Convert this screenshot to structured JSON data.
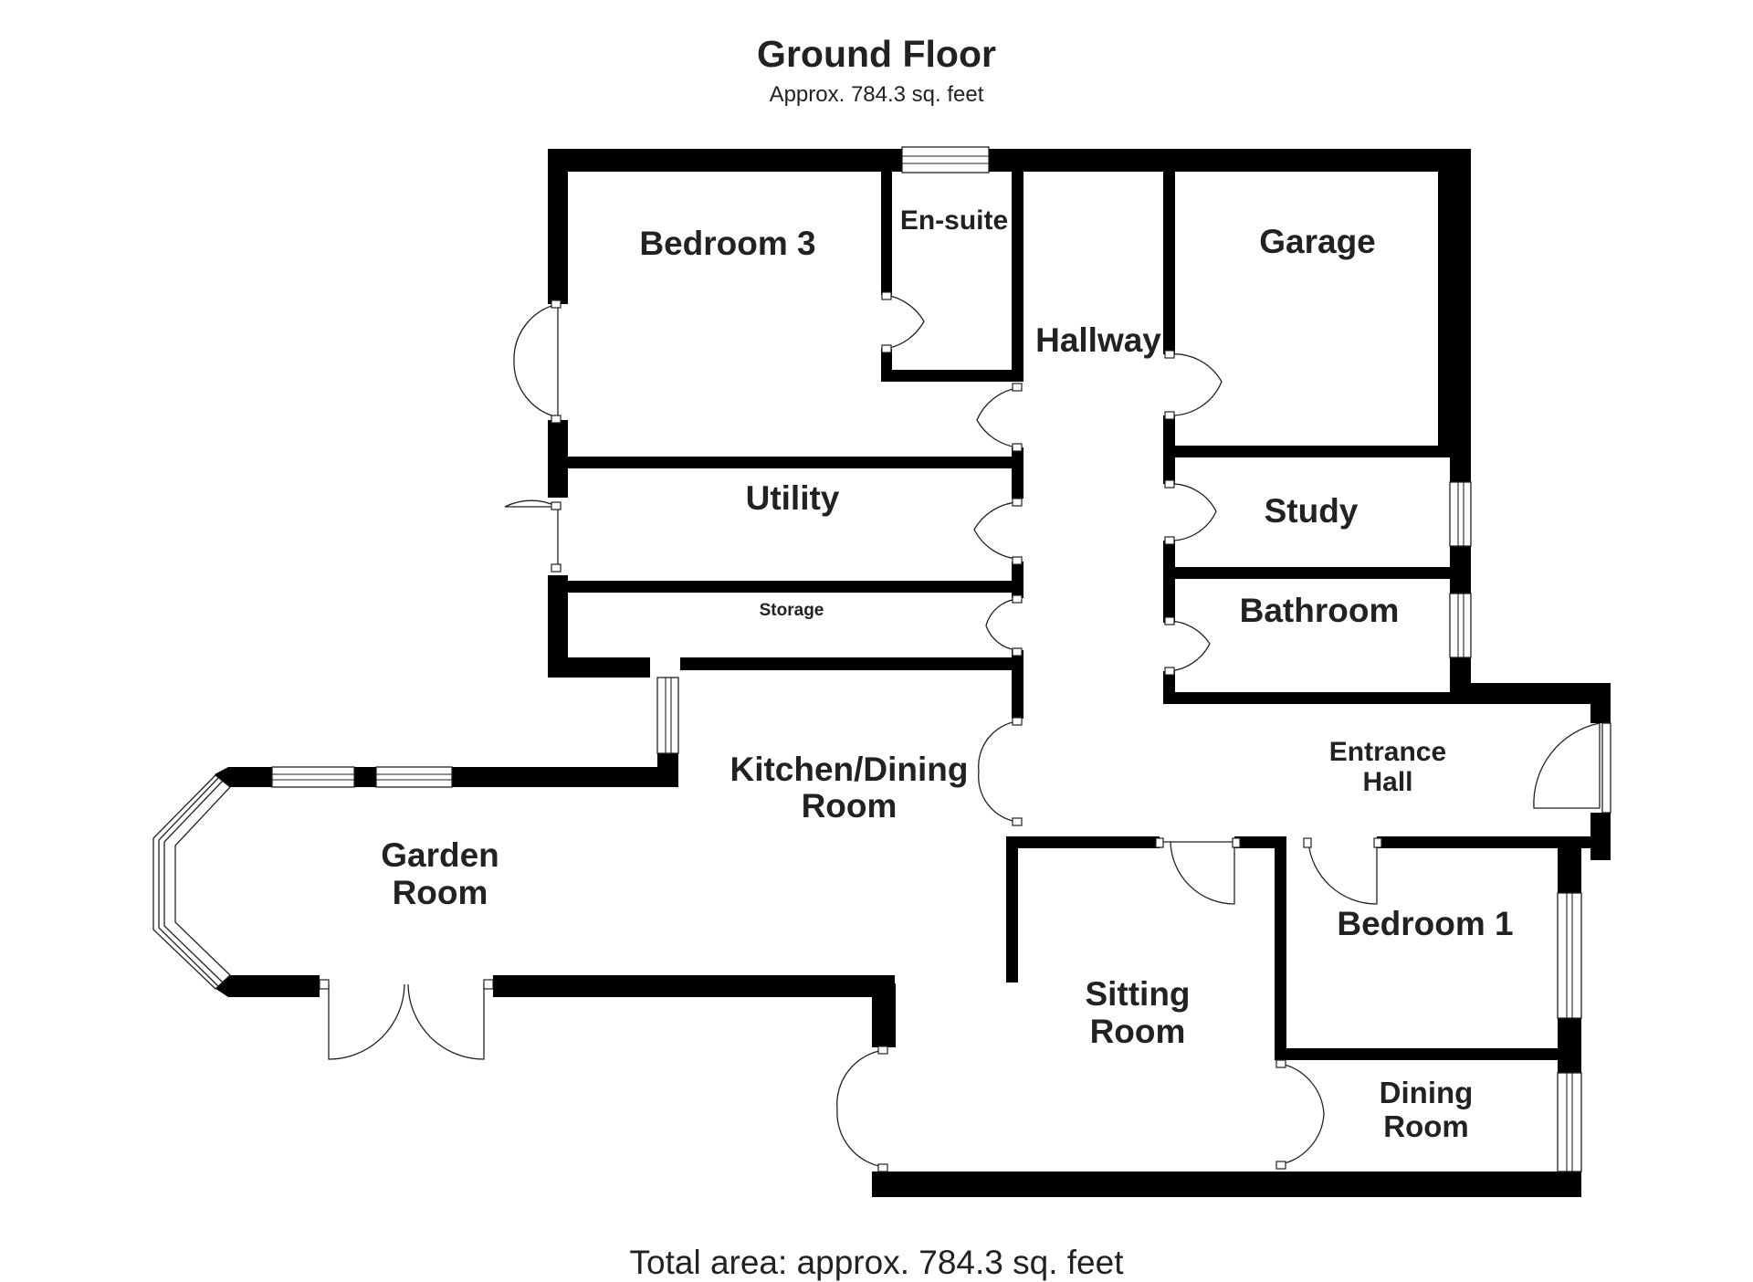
{
  "floor": {
    "title": "Ground Floor",
    "subtitle": "Approx. 784.3 sq. feet",
    "footer": "Total area: approx. 784.3 sq. feet"
  },
  "rooms": {
    "bedroom3": "Bedroom 3",
    "ensuite": "En-suite",
    "hallway": "Hallway",
    "garage": "Garage",
    "utility": "Utility",
    "study": "Study",
    "storage": "Storage",
    "bathroom": "Bathroom",
    "kitchen_line1": "Kitchen/Dining",
    "kitchen_line2": "Room",
    "entrance_line1": "Entrance",
    "entrance_line2": "Hall",
    "garden_line1": "Garden",
    "garden_line2": "Room",
    "bedroom1": "Bedroom 1",
    "sitting_line1": "Sitting",
    "sitting_line2": "Room",
    "dining_line1": "Dining",
    "dining_line2": "Room"
  }
}
